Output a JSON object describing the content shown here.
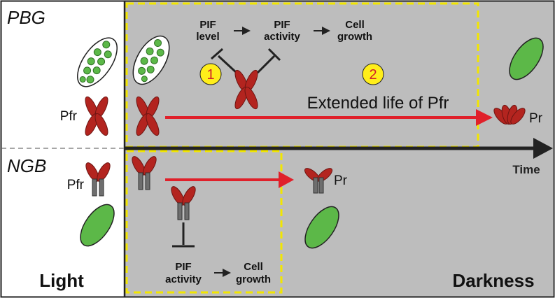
{
  "panels": {
    "top": {
      "name": "PBG"
    },
    "bottom": {
      "name": "NGB"
    }
  },
  "conditions": {
    "light": "Light",
    "darkness": "Darkness"
  },
  "axis": {
    "label": "Time"
  },
  "labels": {
    "pfr_top": "Pfr",
    "pfr_bottom": "Pfr",
    "pr_top": "Pr",
    "pr_bottom": "Pr",
    "extended_life": "Extended life of Pfr"
  },
  "pathway_top": {
    "pif_level_line1": "PIF",
    "pif_level_line2": "level",
    "pif_activity_line1": "PIF",
    "pif_activity_line2": "activity",
    "cell_growth_line1": "Cell",
    "cell_growth_line2": "growth"
  },
  "pathway_bottom": {
    "pif_activity_line1": "PIF",
    "pif_activity_line2": "activity",
    "cell_growth_line1": "Cell",
    "cell_growth_line2": "growth"
  },
  "badges": {
    "one": "1",
    "two": "2"
  },
  "colors": {
    "dark_bg": "#bdbdbd",
    "highlight_border": "#f2e600",
    "arrow_red": "#e0202a",
    "pfr_red": "#b3241f",
    "cell_green": "#5cb848",
    "badge_yellow": "#ffee1a"
  }
}
